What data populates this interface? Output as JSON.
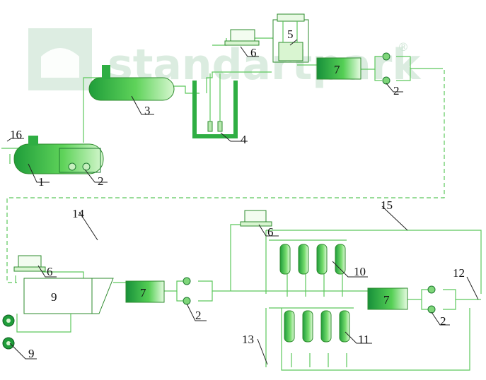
{
  "watermark": {
    "text": "standartpark",
    "registered": "®"
  },
  "labels": {
    "l1": "1",
    "l2a": "2",
    "l2b": "2",
    "l2c": "2",
    "l2d": "2",
    "l3": "3",
    "l4": "4",
    "l5": "5",
    "l6a": "6",
    "l6b": "6",
    "l6c": "6",
    "l7a": "7",
    "l7b": "7",
    "l7c": "7",
    "l9a": "9",
    "l9b": "9",
    "l10": "10",
    "l11": "11",
    "l12": "12",
    "l13": "13",
    "l14": "14",
    "l15": "15",
    "l16": "16"
  },
  "colors": {
    "pipe": "#5cc85c",
    "equipment_dark": "#1f9d3a",
    "equipment_light": "#b8f0b0",
    "text": "#111111"
  }
}
